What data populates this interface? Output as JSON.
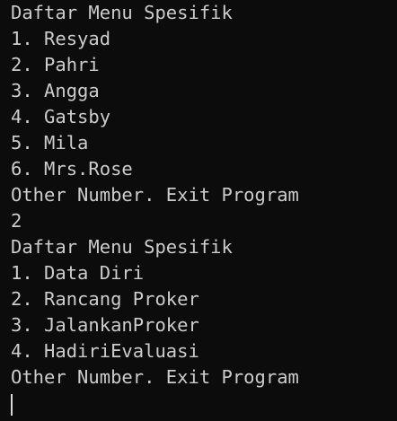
{
  "terminal": {
    "lines": [
      "Daftar Menu Spesifik",
      "1. Resyad",
      "2. Pahri",
      "3. Angga",
      "4. Gatsby",
      "5. Mila",
      "6. Mrs.Rose",
      "Other Number. Exit Program",
      "2",
      "Daftar Menu Spesifik",
      "1. Data Diri",
      "2. Rancang Proker",
      "3. JalankanProker",
      "4. HadiriEvaluasi",
      "Other Number. Exit Program"
    ],
    "colors": {
      "background": "#0c0c0c",
      "text": "#cccccc"
    }
  }
}
